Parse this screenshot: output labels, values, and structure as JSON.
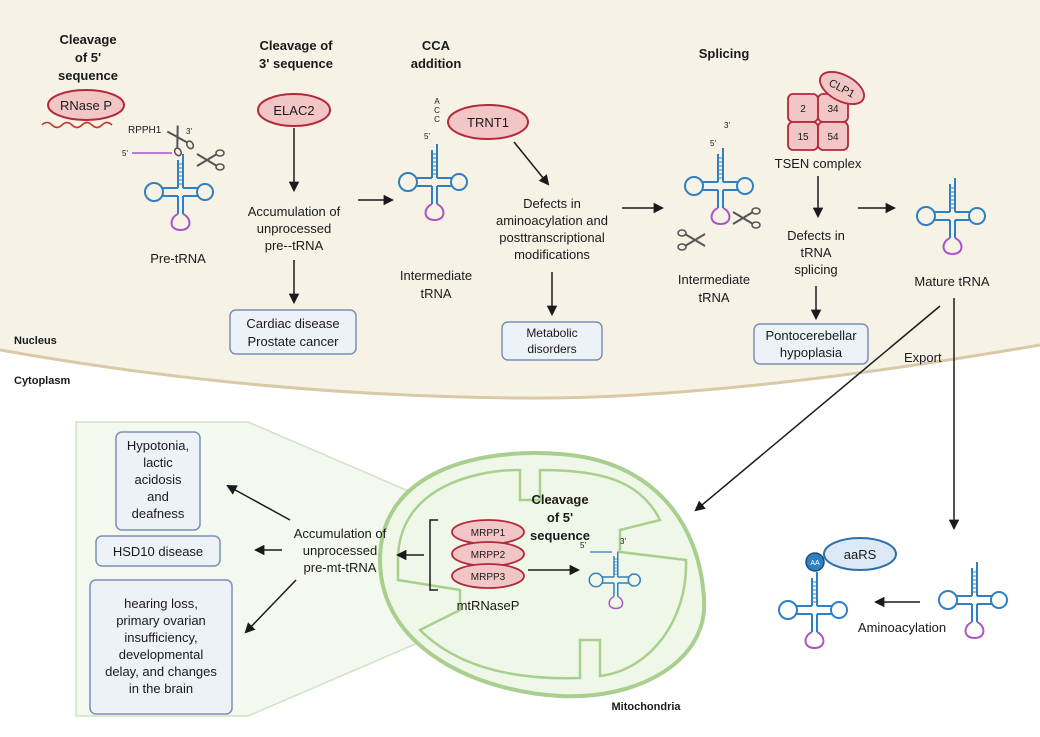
{
  "nucleus": {
    "region_label": "Nucleus",
    "step1": {
      "title": [
        "Cleavage",
        "of 5'",
        "sequence"
      ],
      "enzyme": "RNase P",
      "subunit": "RPPH1",
      "three_prime": "3'",
      "five_prime": "5'",
      "label": "Pre-tRNA"
    },
    "step2": {
      "title": [
        "Cleavage of",
        "3' sequence"
      ],
      "enzyme": "ELAC2",
      "consequence": [
        "Accumulation of",
        "unprocessed",
        "pre--tRNA"
      ],
      "disease": [
        "Cardiac disease",
        "Prostate cancer"
      ]
    },
    "step3": {
      "title": [
        "CCA",
        "addition"
      ],
      "cca": [
        "A",
        "C",
        "C"
      ],
      "five_prime": "5'",
      "label": [
        "Intermediate",
        "tRNA"
      ]
    },
    "step4": {
      "enzyme": "TRNT1",
      "consequence": [
        "Defects in",
        "aminoacylation and",
        "posttranscriptional",
        "modifications"
      ],
      "disease": [
        "Metabolic",
        "disorders"
      ]
    },
    "step5": {
      "title": "Splicing",
      "five_prime": "5'",
      "three_prime": "3'",
      "label": [
        "Intermediate",
        "tRNA"
      ],
      "tsen_subunits": [
        "2",
        "34",
        "15",
        "54"
      ],
      "clp": "CLP1",
      "complex": "TSEN complex",
      "consequence": [
        "Defects in",
        "tRNA",
        "splicing"
      ],
      "disease": [
        "Pontocerebellar",
        "hypoplasia"
      ]
    },
    "mature": "Mature tRNA"
  },
  "cytoplasm": {
    "region_label": "Cytoplasm",
    "export": "Export",
    "aaRS": "aaRS",
    "aa": "AA",
    "aminoacylation": "Aminoacylation"
  },
  "mito": {
    "region_label": "Mitochondria",
    "title": [
      "Cleavage",
      "of 5'",
      "sequence"
    ],
    "subunits": [
      "MRPP1",
      "MRPP2",
      "MRPP3"
    ],
    "complex": "mtRNaseP",
    "five_prime": "5'",
    "three_prime": "3'",
    "consequence": [
      "Accumulation of",
      "unprocessed",
      "pre-mt-tRNA"
    ],
    "diseases": [
      [
        "Hypotonia,",
        "lactic",
        "acidosis",
        "and",
        "deafness"
      ],
      [
        "HSD10 disease"
      ],
      [
        "hearing loss,",
        "primary ovarian",
        "insufficiency,",
        "developmental",
        "delay, and changes",
        "in the brain"
      ]
    ]
  },
  "colors": {
    "nucleus_bg": "#f7f2e6",
    "membrane": "#d9c9a6",
    "enzyme_fill": "#f2c6c6",
    "enzyme_stroke": "#b22a3a",
    "trna": "#2f7fc1",
    "anticodon": "#a855c8",
    "box_fill": "#edf1f8",
    "box_stroke": "#7b8fb8",
    "aars_fill": "#dbe8f6",
    "mito_stroke": "#a9cf8f",
    "mito_fill": "#eff8e8"
  }
}
